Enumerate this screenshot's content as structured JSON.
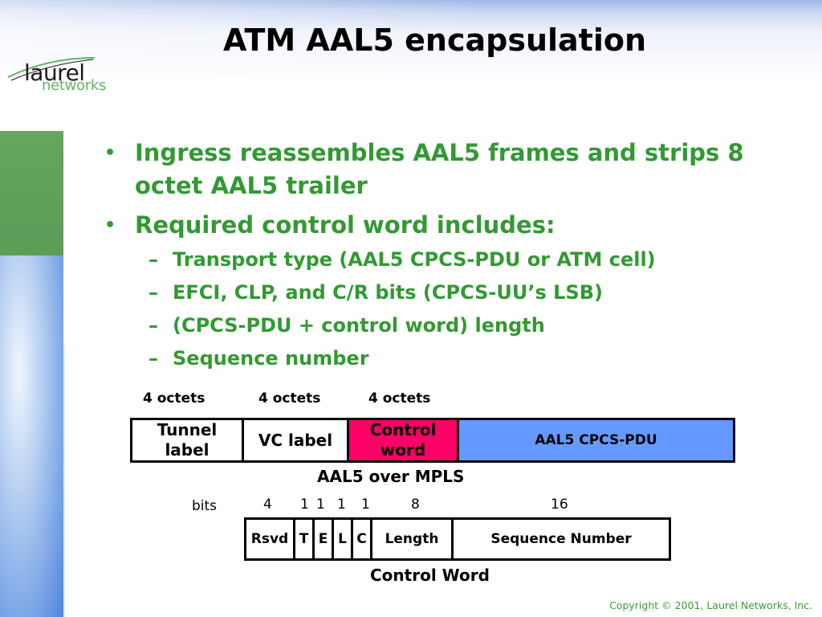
{
  "slide": {
    "title": "ATM AAL5 encapsulation",
    "logo": {
      "laurel": "laurel",
      "networks": "networks"
    },
    "bullets": [
      "Ingress reassembles AAL5 frames and strips 8 octet AAL5 trailer",
      "Required control word includes:"
    ],
    "sub_bullets": [
      "Transport type (AAL5 CPCS-PDU or ATM cell)",
      "EFCI, CLP, and C/R bits (CPCS-UU’s LSB)",
      "(CPCS-PDU + control word) length",
      "Sequence number"
    ],
    "bullet_marker": "•",
    "sub_marker": "–",
    "copyright": "Copyright © 2001, Laurel Networks, Inc."
  },
  "mpls_diagram": {
    "octet_labels": [
      "4 octets",
      "4 octets",
      "4 octets"
    ],
    "fields": [
      {
        "label": "Tunnel label",
        "color": "#ffffff"
      },
      {
        "label": "VC label",
        "color": "#ffffff"
      },
      {
        "label": "Control word",
        "color": "#ff0066"
      },
      {
        "label": "AAL5 CPCS-PDU",
        "color": "#6699ff"
      }
    ],
    "caption": "AAL5 over MPLS"
  },
  "control_word_diagram": {
    "bits_label": "bits",
    "bit_counts": [
      "4",
      "1",
      "1",
      "1",
      "1",
      "8",
      "16"
    ],
    "fields": [
      "Rsvd",
      "T",
      "E",
      "L",
      "C",
      "Length",
      "Sequence Number"
    ],
    "caption": "Control Word"
  },
  "colors": {
    "bullet_text": "#339933",
    "control_word_fill": "#ff0066",
    "pdu_fill": "#6699ff"
  }
}
